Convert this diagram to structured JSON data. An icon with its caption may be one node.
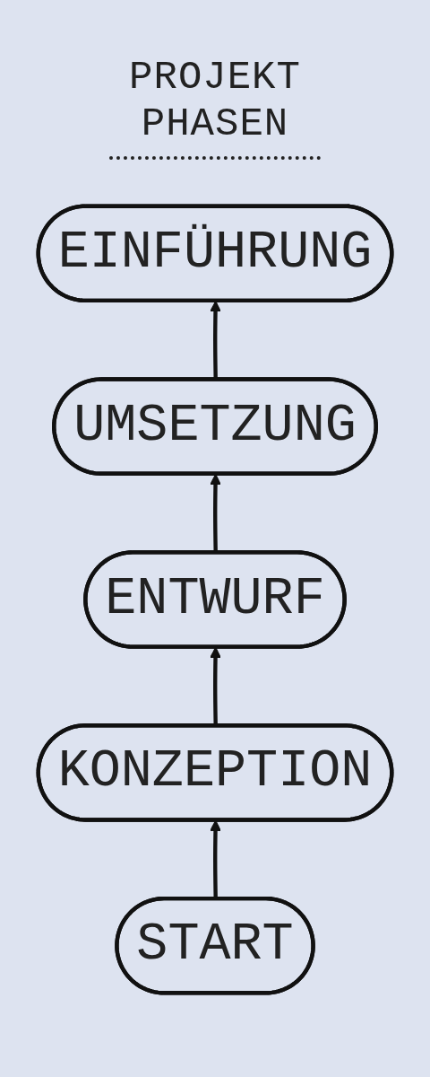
{
  "diagram": {
    "title": "PROJEKT PHASEN",
    "nodes": [
      {
        "text": [
          "EINFÜHRUNG"
        ]
      },
      {
        "text": [
          "UMSETZUNG"
        ]
      },
      {
        "text": [
          "ENTWURF"
        ]
      },
      {
        "text": [
          "KONZEPTION"
        ]
      },
      {
        "text": [
          "START"
        ]
      }
    ],
    "edges": [
      {
        "from": 4,
        "to": 3,
        "arrow": "to"
      },
      {
        "from": 3,
        "to": 2,
        "arrow": "to"
      },
      {
        "from": 2,
        "to": 1,
        "arrow": "to"
      },
      {
        "from": 1,
        "to": 0,
        "arrow": "to"
      }
    ]
  }
}
